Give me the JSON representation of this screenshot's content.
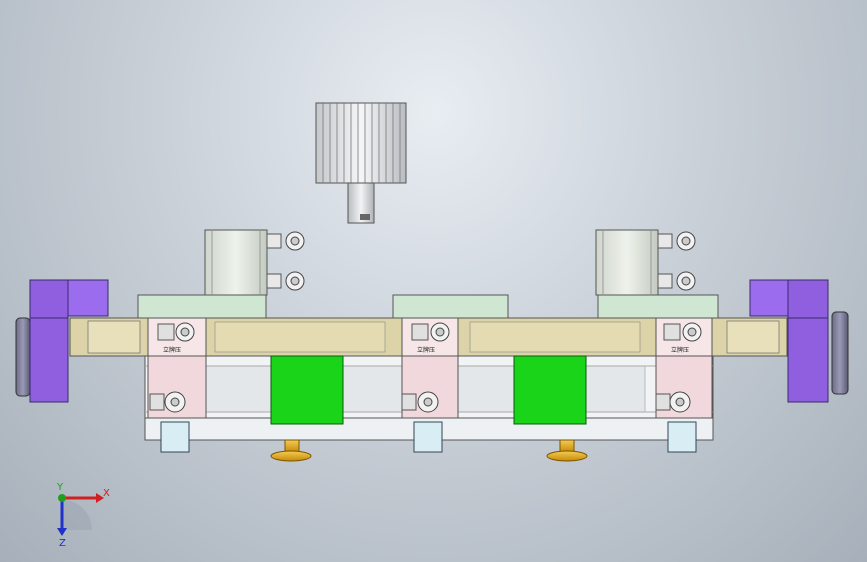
{
  "cad_view": {
    "triad": {
      "x_label": "X",
      "y_label": "Y",
      "z_label": "Z",
      "x_color": "#d02020",
      "y_color": "#1ea01e",
      "z_color": "#2030c8"
    },
    "part_labels": [
      "立牌压",
      "立牌压",
      "立牌压"
    ],
    "colors": {
      "background": "#c9d0d8",
      "side_blocks": "#8f5fe0",
      "green_blocks": "#19d419",
      "mint_plates": "#cfe6d2",
      "tan_rail": "#ddd3a8",
      "pink_blocks": "#f1d8dc",
      "light_blue_feet": "#d8eef4",
      "gold_feet": "#e0a818"
    }
  }
}
